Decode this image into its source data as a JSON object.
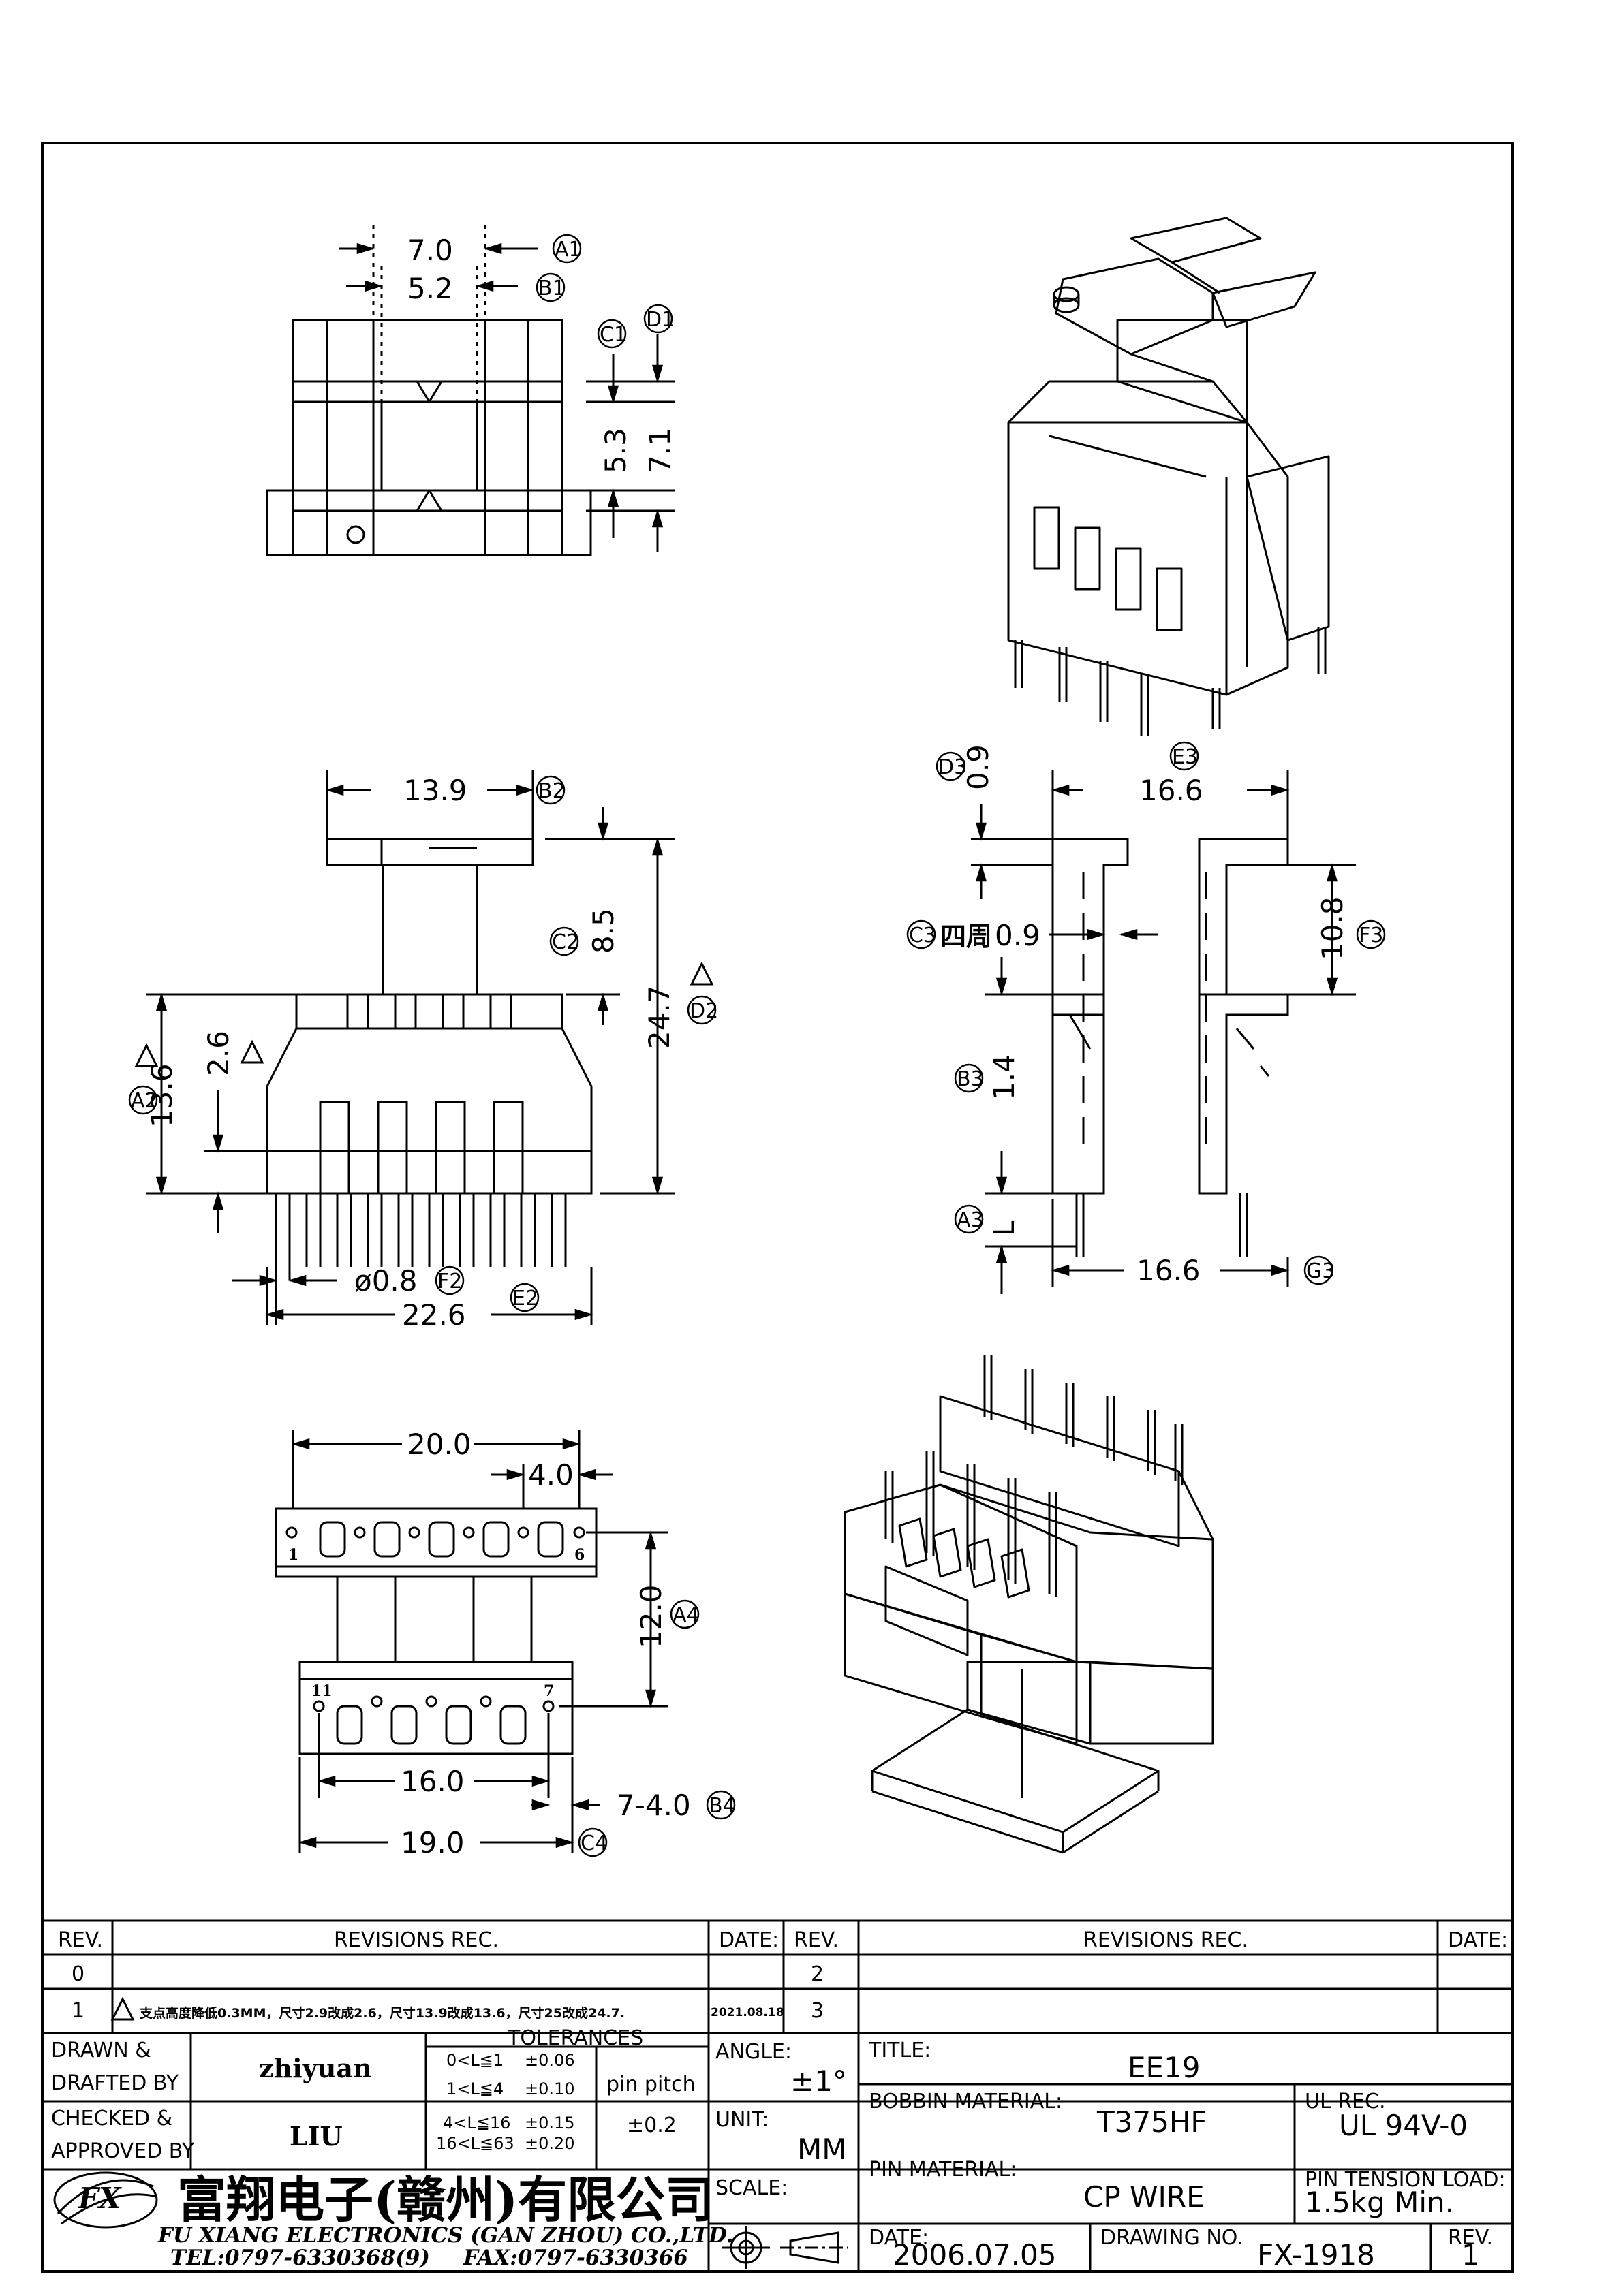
{
  "views": {
    "top": {
      "d1": "7.0",
      "d1_tag": "A1",
      "d2": "5.2",
      "d2_tag": "B1",
      "d3": "5.3",
      "d3_tag": "C1",
      "d4": "7.1",
      "d4_tag": "D1"
    },
    "front": {
      "width": "13.9",
      "width_tag": "B2",
      "upper": "8.5",
      "upper_tag": "C2",
      "height": "24.7",
      "height_tag": "D2",
      "left_h": "13.6",
      "left_h_tag": "A2",
      "inner": "2.6",
      "pin_dia": "ø0.8",
      "pin_dia_tag": "F2",
      "overall": "22.6",
      "overall_tag": "E2"
    },
    "side": {
      "flange_t": "0.9",
      "flange_t_tag": "D3",
      "width": "16.6",
      "width_tag": "E3",
      "wall_label": "四周",
      "wall": "0.9",
      "wall_tag": "C3",
      "height": "10.8",
      "height_tag": "F3",
      "lower": "1.4",
      "lower_tag": "B3",
      "pin_len": "L",
      "pin_len_tag": "A3",
      "pin_span": "16.6",
      "pin_span_tag": "G3"
    },
    "bottom": {
      "width": "20.0",
      "pitch": "4.0",
      "row": "12.0",
      "row_tag": "A4",
      "inner": "16.0",
      "slot": "7-4.0",
      "slot_tag": "B4",
      "outer": "19.0",
      "outer_tag": "C4",
      "pin_1": "1",
      "pin_6": "6",
      "pin_11": "11",
      "pin_7": "7"
    }
  },
  "title_block": {
    "rev_header": "REV.",
    "revisions_header": "REVISIONS   REC.",
    "date_header": "DATE:",
    "rev_header_2": "REV.",
    "revisions_header_2": "REVISIONS   REC.",
    "date_header_2": "DATE:",
    "rows": [
      {
        "rev": "0",
        "text": "",
        "date": "",
        "rev2": "2"
      },
      {
        "rev": "1",
        "text": "支点高度降低0.3MM，尺寸2.9改成2.6，尺寸13.9改成13.6，尺寸25改成24.7.",
        "date": "2021.08.18",
        "rev2": "3"
      }
    ],
    "drawn_label_1": "DRAWN &",
    "drawn_label_2": "DRAFTED BY",
    "drawn_by": "zhiyuan",
    "checked_label_1": "CHECKED &",
    "checked_label_2": "APPROVED BY",
    "checked_by": "LIU",
    "tolerances": "TOLERANCES",
    "tol_rows": [
      {
        "range": "0<L≦1",
        "tol": "±0.06"
      },
      {
        "range": "1<L≦4",
        "tol": "±0.10"
      },
      {
        "range": "4<L≦16",
        "tol": "±0.15"
      },
      {
        "range": "16<L≦63",
        "tol": "±0.20"
      }
    ],
    "pin_pitch_label": "pin pitch",
    "pin_pitch": "±0.2",
    "angle_label": "ANGLE:",
    "angle": "±1°",
    "unit_label": "UNIT:",
    "unit": "MM",
    "scale_label": "SCALE:",
    "title_label": "TITLE:",
    "title": "EE19",
    "bobbin_label": "BOBBIN MATERIAL:",
    "bobbin": "T375HF",
    "ul_label": "UL REC.",
    "ul": "UL 94V-0",
    "pin_mat_label": "PIN MATERIAL:",
    "pin_mat": "CP WIRE",
    "tension_label": "PIN TENSION LOAD:",
    "tension": "1.5kg Min.",
    "date_label": "DATE:",
    "date": "2006.07.05",
    "drawing_label": "DRAWING NO.",
    "drawing": "FX-1918",
    "rev_label": "REV.",
    "rev": "1",
    "company_cn": "富翔电子(赣州)有限公司",
    "company_en": "FU XIANG ELECTRONICS (GAN ZHOU) CO.,LTD.",
    "tel": "TEL:0797-6330368(9)",
    "fax": "FAX:0797-6330366",
    "logo_text": "FX"
  }
}
